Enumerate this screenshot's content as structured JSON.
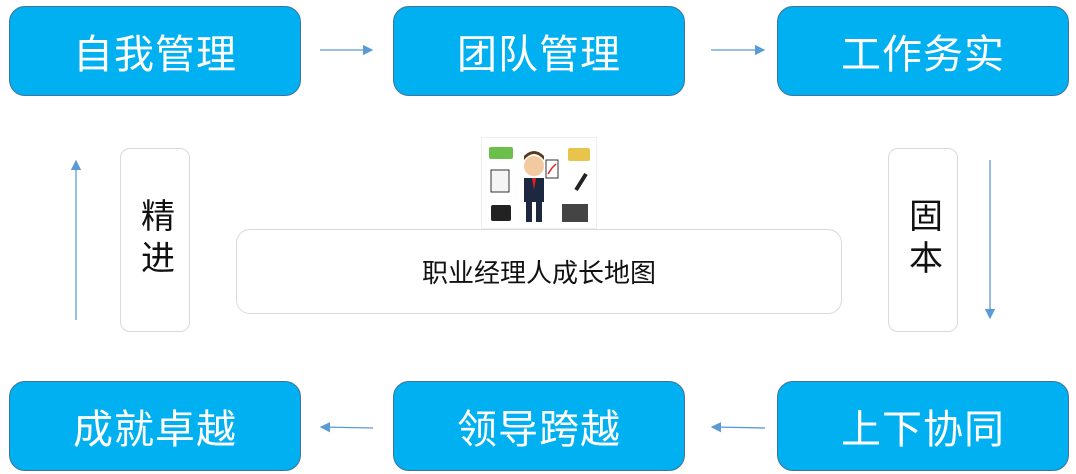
{
  "title": "职业经理人成长地图",
  "stages": {
    "self_management": "自我管理",
    "team_management": "团队管理",
    "pragmatic_work": "工作务实",
    "collaboration": "上下协同",
    "leadership": "领导跨越",
    "excellence": "成就卓越"
  },
  "side_labels": {
    "left": "精进",
    "right": "固本"
  },
  "colors": {
    "box_fill": "#00B0F0",
    "box_border": "#41719C",
    "arrow": "#5B9BD5"
  }
}
